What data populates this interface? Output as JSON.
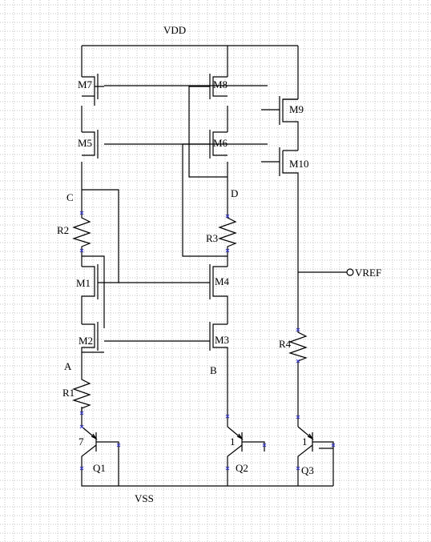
{
  "rails": {
    "vdd": "VDD",
    "vss": "VSS"
  },
  "output": {
    "label": "VREF"
  },
  "nodes": {
    "a": "A",
    "b": "B",
    "c": "C",
    "d": "D"
  },
  "mosfets": {
    "m1": "M1",
    "m2": "M2",
    "m3": "M3",
    "m4": "M4",
    "m5": "M5",
    "m6": "M6",
    "m7": "M7",
    "m8": "M8",
    "m9": "M9",
    "m10": "M10"
  },
  "resistors": {
    "r1": "R1",
    "r2": "R2",
    "r3": "R3",
    "r4": "R4"
  },
  "bjts": {
    "q1": {
      "name": "Q1",
      "ratio": "7"
    },
    "q2": {
      "name": "Q2",
      "ratio": "1"
    },
    "q3": {
      "name": "Q3",
      "ratio": "1"
    }
  },
  "colors": {
    "wire": "#000000",
    "pin_marker": "#3a3acd",
    "grid": "#c4c4c4",
    "background": "#ffffff"
  }
}
